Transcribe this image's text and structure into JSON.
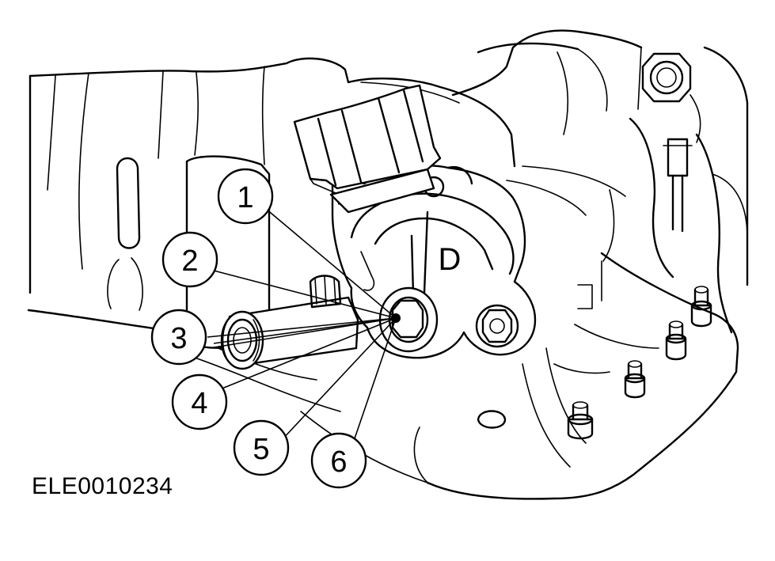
{
  "figure": {
    "id_label": "ELE0010234",
    "component_letter": "D",
    "callouts": [
      "1",
      "2",
      "3",
      "4",
      "5",
      "6"
    ]
  }
}
